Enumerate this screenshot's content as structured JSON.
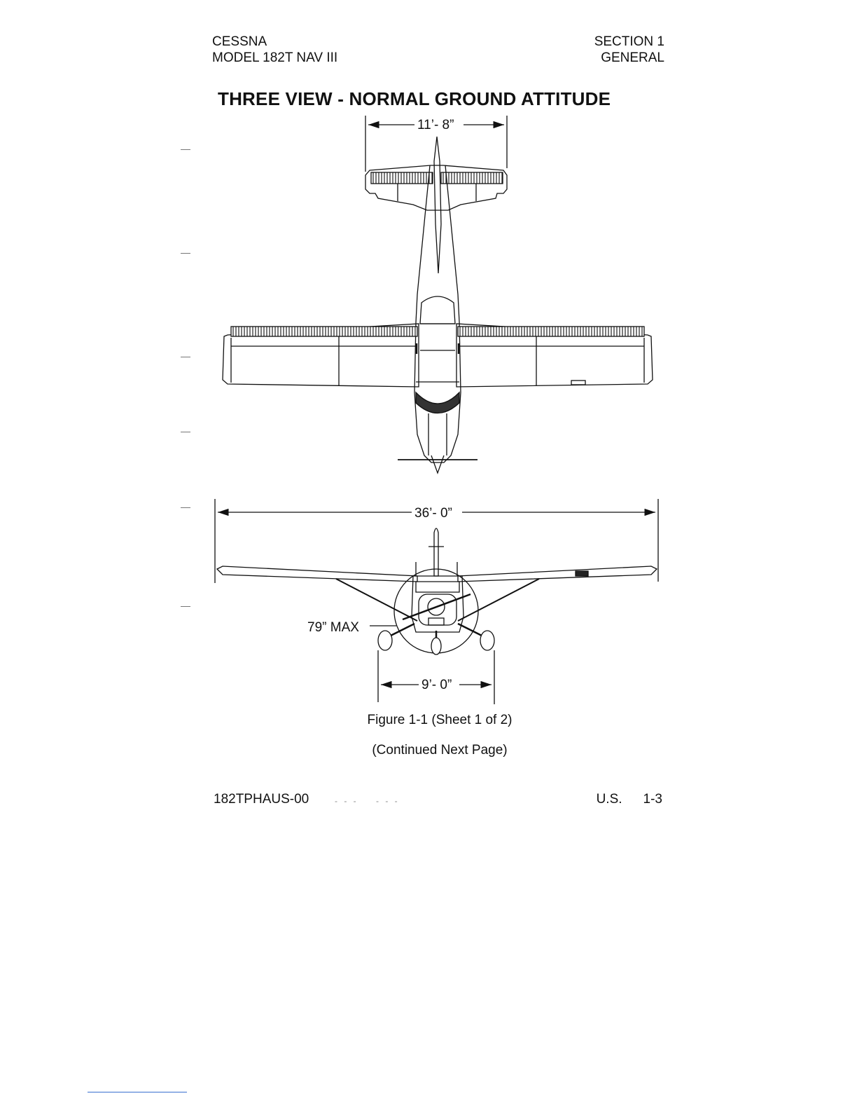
{
  "header": {
    "left_line1": "CESSNA",
    "left_line2": "MODEL 182T NAV III",
    "right_line1": "SECTION 1",
    "right_line2": "GENERAL"
  },
  "title": "THREE VIEW - NORMAL GROUND ATTITUDE",
  "dimensions": {
    "stabilizer_span": "11’- 8”",
    "wing_span": "36’- 0”",
    "prop_clearance": "79” MAX",
    "wheel_track": "9’- 0”"
  },
  "caption": {
    "figure": "Figure 1-1 (Sheet 1 of 2)",
    "continued": "(Continued Next Page)"
  },
  "footer": {
    "doc_id": "182TPHAUS-00",
    "region": "U.S.",
    "page": "1-3"
  }
}
